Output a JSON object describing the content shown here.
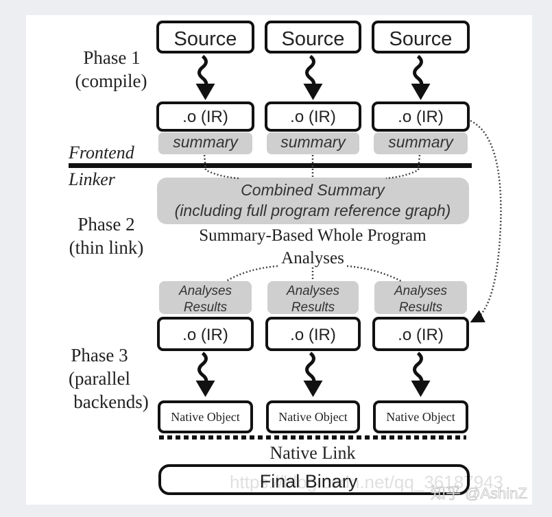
{
  "phases": {
    "phase1": {
      "title": "Phase 1",
      "sub": "(compile)"
    },
    "phase2": {
      "title": "Phase 2",
      "sub": "(thin link)"
    },
    "phase3": {
      "title": "Phase 3",
      "sub1": "(parallel",
      "sub2": "backends)"
    }
  },
  "divider": {
    "above": "Frontend",
    "below": "Linker"
  },
  "source_label": "Source",
  "ir_label": ".o (IR)",
  "summary_label": "summary",
  "combined_summary": {
    "line1": "Combined Summary",
    "line2": "(including full program reference graph)"
  },
  "whole_program": {
    "line1": "Summary-Based Whole Program",
    "line2": "Analyses"
  },
  "analyses_results": {
    "line1": "Analyses",
    "line2": "Results"
  },
  "native_object_label": "Native Object",
  "native_link_label": "Native Link",
  "final_binary_label": "Final Binary",
  "watermarks": {
    "csdn": "https://blog.csdn.net/qq_36187943",
    "zhihu": "知乎 @AshinZ"
  },
  "colors": {
    "gray_box": "#cfcfcf",
    "stroke": "#111111",
    "page_bg": "#eceef2"
  }
}
